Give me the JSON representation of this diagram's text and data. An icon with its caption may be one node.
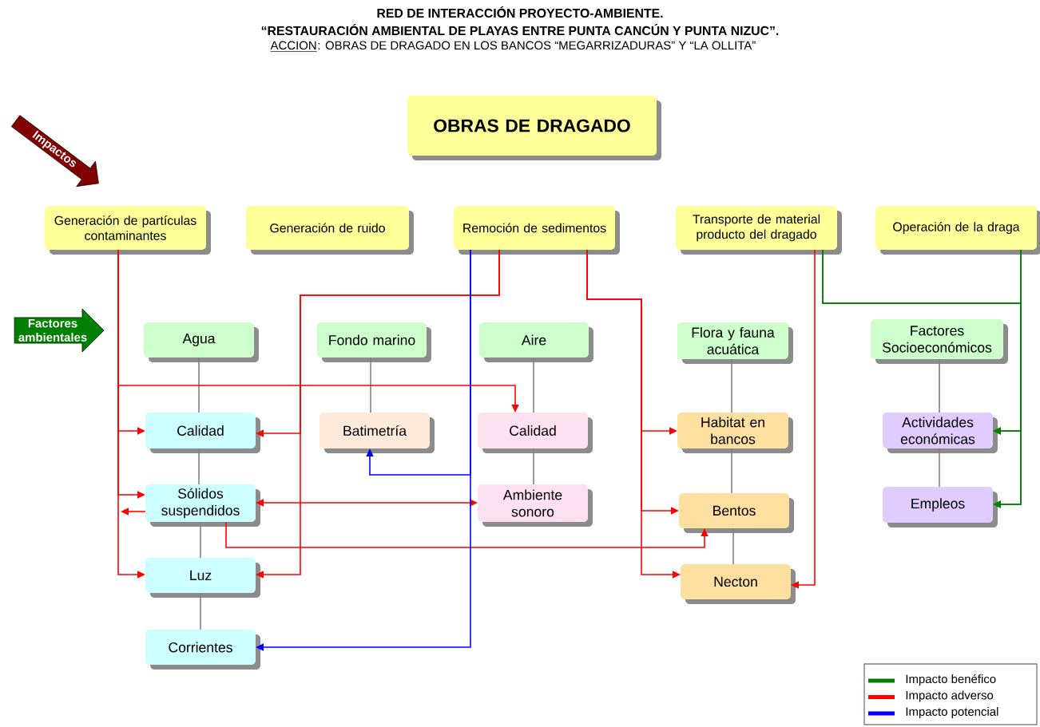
{
  "diagram": {
    "title": "RED DE INTERACCIÓN PROYECTO-AMBIENTE.",
    "nodes": [
      {
        "text": [
          "OBRAS DE DRAGADO"
        ]
      },
      {
        "text": [
          "Impactos"
        ]
      },
      {
        "text": [
          "Generación de partículas contaminantes"
        ]
      },
      {
        "text": [
          "Generación de ruido"
        ]
      },
      {
        "text": [
          "Remoción de sedimentos"
        ]
      },
      {
        "text": [
          "Transporte de material producto del dragado"
        ]
      },
      {
        "text": [
          "Operación de la draga"
        ]
      },
      {
        "text": [
          "Factores ambientales"
        ]
      },
      {
        "text": [
          "Agua"
        ]
      },
      {
        "text": [
          "Fondo marino"
        ]
      },
      {
        "text": [
          "Aire"
        ]
      },
      {
        "text": [
          "Flora y fauna acuática"
        ]
      },
      {
        "text": [
          "Factores Socioeconómicos"
        ]
      },
      {
        "text": [
          "Calidad"
        ]
      },
      {
        "text": [
          "Batimetría"
        ]
      },
      {
        "text": [
          "Calidad"
        ]
      },
      {
        "text": [
          "Habitat en bancos"
        ]
      },
      {
        "text": [
          "Actividades económicas"
        ]
      },
      {
        "text": [
          "Sólidos suspendidos"
        ]
      },
      {
        "text": [
          "Ambiente sonoro"
        ]
      },
      {
        "text": [
          "Bentos"
        ]
      },
      {
        "text": [
          "Empleos"
        ]
      },
      {
        "text": [
          "Luz"
        ]
      },
      {
        "text": [
          "Necton"
        ]
      },
      {
        "text": [
          "Corrientes"
        ]
      }
    ],
    "edges": [
      {
        "from": 8,
        "to": 13,
        "arrow": "none",
        "color": "#808080"
      },
      {
        "from": 13,
        "to": 18,
        "arrow": "none",
        "color": "#808080"
      },
      {
        "from": 18,
        "to": 22,
        "arrow": "none",
        "color": "#808080"
      },
      {
        "from": 22,
        "to": 24,
        "arrow": "none",
        "color": "#808080"
      },
      {
        "from": 9,
        "to": 14,
        "arrow": "none",
        "color": "#808080"
      },
      {
        "from": 10,
        "to": 15,
        "arrow": "none",
        "color": "#808080"
      },
      {
        "from": 15,
        "to": 19,
        "arrow": "none",
        "color": "#808080"
      },
      {
        "from": 11,
        "to": 16,
        "arrow": "none",
        "color": "#808080"
      },
      {
        "from": 16,
        "to": 20,
        "arrow": "none",
        "color": "#808080"
      },
      {
        "from": 20,
        "to": 23,
        "arrow": "none",
        "color": "#808080"
      },
      {
        "from": 12,
        "to": 17,
        "arrow": "none",
        "color": "#808080"
      },
      {
        "from": 17,
        "to": 21,
        "arrow": "none",
        "color": "#808080"
      },
      {
        "from": 2,
        "to": 13,
        "arrow": "to"
      },
      {
        "from": 2,
        "to": 18,
        "arrow": "to"
      },
      {
        "from": 2,
        "to": 22,
        "arrow": "to"
      },
      {
        "from": 2,
        "to": 15,
        "arrow": "to"
      },
      {
        "from": 18,
        "to": null,
        "arrow": "to"
      },
      {
        "from": 18,
        "to": 19,
        "arrow": "both"
      },
      {
        "from": 18,
        "to": 20,
        "arrow": "to"
      },
      {
        "from": 4,
        "to": 13,
        "arrow": "to"
      },
      {
        "from": 4,
        "to": 22,
        "arrow": "to"
      },
      {
        "from": 4,
        "to": 14,
        "arrow": "to",
        "color": "#0000ff"
      },
      {
        "from": 4,
        "to": 24,
        "arrow": "to",
        "color": "#0000ff"
      },
      {
        "from": 4,
        "to": 16,
        "arrow": "to"
      },
      {
        "from": 4,
        "to": 20,
        "arrow": "to"
      },
      {
        "from": 4,
        "to": 23,
        "arrow": "to"
      },
      {
        "from": 5,
        "to": 23,
        "arrow": "to"
      },
      {
        "from": 5,
        "to": 17,
        "arrow": "to",
        "color": "#008000"
      },
      {
        "from": 5,
        "to": 21,
        "arrow": "to",
        "color": "#008000"
      },
      {
        "from": 6,
        "to": 17,
        "arrow": "to",
        "color": "#008000"
      },
      {
        "from": 6,
        "to": 21,
        "arrow": "to",
        "color": "#008000"
      }
    ],
    "labels": [
      "“RESTAURACIÓN AMBIENTAL DE PLAYAS ENTRE PUNTA CANCÚN Y PUNTA NIZUC”.",
      "ACCION",
      ": OBRAS DE DRAGADO EN LOS BANCOS “MEGARRIZADURAS” Y “LA OLLITA”"
    ],
    "legend": [
      {
        "text": "Impacto benéfico",
        "color": "#008000"
      },
      {
        "text": "Impacto adverso",
        "color": "#ff0000"
      },
      {
        "text": "Impacto potencial",
        "color": "#0000ff"
      }
    ]
  }
}
